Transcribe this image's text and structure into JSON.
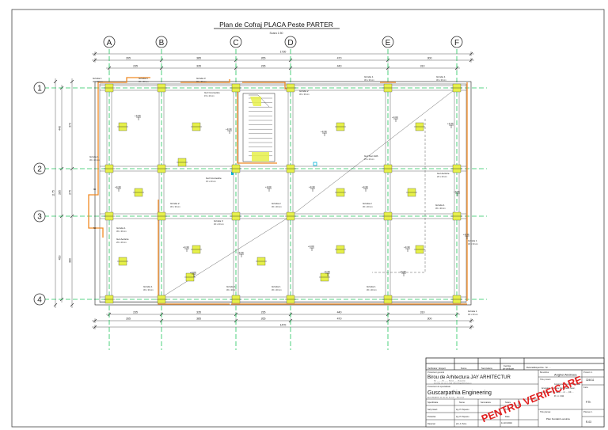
{
  "drawing": {
    "title": "Plan de Cofraj PLACA Peste PARTER",
    "scale": "Scara 1:50"
  },
  "axes": {
    "vertical": [
      "A",
      "B",
      "C",
      "D",
      "E",
      "F"
    ],
    "horizontal": [
      "1",
      "2",
      "3",
      "4"
    ]
  },
  "dimensions": {
    "top_total": "1730",
    "top_spans": [
      "265",
      "385",
      "265",
      "470",
      "300"
    ],
    "top_detail": [
      "235",
      "335",
      "235",
      "440",
      "310"
    ],
    "bottom_spans": [
      "235",
      "335",
      "235",
      "440",
      "310"
    ],
    "bottom_detail": [
      "265",
      "385",
      "265",
      "470",
      "300"
    ],
    "bottom_total": "1470",
    "left_spans": [
      "440",
      "285",
      "450"
    ],
    "left_inner": [
      "370",
      "275",
      "380"
    ],
    "left_total": "1175"
  },
  "labels": {
    "beam": "Grinda 1",
    "beam_2": "Grinda 2",
    "beam_3": "Grinda 3",
    "beam_4": "Grinda 4",
    "beam_size": "30 x 30 cm",
    "beam_size_2": "30 x 45 cm",
    "gol_cos": "Gol Cosmetice",
    "gol_cos_size": "15 x 20 cm",
    "gol_tevi": "Gol Tevi HVA",
    "gol_tevi_size": "25 x 20 cm",
    "gol_aerisire": "Gol Aerisire",
    "gol_aerisire_size": "20 x 20 cm",
    "level": "+3.30",
    "level_2": "+3.00",
    "small_90": "90",
    "small_50": "50"
  },
  "title_block": {
    "h_verif": "Verificator / Expert",
    "h_nume": "Nume",
    "h_semn": "Semnatura",
    "h_cerinta": "Cerinta",
    "h_cerinta2": "de verificare",
    "h_ref": "Referat/Expertiza : Nr. ...",
    "designer_label": "Proiectant general",
    "designer": "Birou de Arhitectura JAY ARHITECTUR",
    "designer_addr1": "Str. ........ , Nr. ..... , Sector ..... , Bucuresti",
    "designer_addr2": "tel. 07xx xxx xxx, e-mail: office@jayarhitectura.ro",
    "spec_label": "Proiectant de specialitate",
    "specialist": "Guscarpathia Engineering",
    "spec_addr": "AUTORIZATIE: Str. Ilie Gh. Nr. 100 ... Bucuresti",
    "beneficiary_label": "Beneficiar",
    "beneficiary": "Anghel Andreea",
    "project_label": "Titlu proiect:",
    "project1": "Construire Locuinta Individuala",
    "project2": "Amenajare / Inzidere Imprejmuire Teren,",
    "project3": "Jud. Brasov, Str. Gaiei, ... nr. ..., CF. ...",
    "project4": "Pr. nr.: 3/24",
    "sheet_title_label": "Titlu plansa:",
    "sheet_title": "Plan Fundatii Locuinta",
    "proj_no_label": "Proiect nr.",
    "proj_no": "324011",
    "phase_label": "Faza",
    "phase": "P.Th",
    "plansa_label": "Plansa nr.",
    "plansa": "R-03",
    "spec_label2": "Specificatie",
    "nume_label": "Nume",
    "semn_label": "Semnatura",
    "scara_label": "Scara",
    "scara": "1:50",
    "data_label": "Data",
    "data": "11.10.2024",
    "sef_label": "Sef proiect",
    "sef": "ing. P. Popescu",
    "proiectat_label": "Proiectat",
    "proiectat": "ing. P. Popescu",
    "desenat_label": "Desenat",
    "desenat": "arh. A. Petre",
    "stamp": "PENTRU VERIFICARE"
  },
  "colors": {
    "grid": "#22c55e",
    "column": "#e6f04a",
    "beam": "#f08a24",
    "line": "#1a1a1a",
    "stamp": "#e02020",
    "accent": "#00b4d8"
  }
}
